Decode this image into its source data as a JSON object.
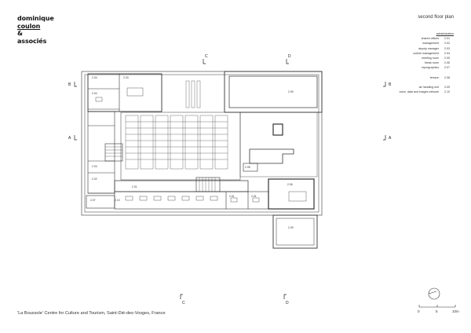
{
  "logo": {
    "line1": "dominique",
    "line2": "coulon",
    "line3": "&",
    "line4": "associés"
  },
  "sheet_title": "second floor plan",
  "legend": {
    "heading": "administration",
    "items": [
      {
        "label": "shared offices",
        "code": "2.01"
      },
      {
        "label": "management",
        "code": "2.02"
      },
      {
        "label": "deputy manager",
        "code": "2.03"
      },
      {
        "label": "culture management",
        "code": "2.04"
      },
      {
        "label": "meeting room",
        "code": "2.05"
      },
      {
        "label": "break room",
        "code": "2.06"
      },
      {
        "label": "reprographics",
        "code": "2.07"
      }
    ],
    "terrace": {
      "label": "terrace",
      "code": "2.08"
    },
    "extra": [
      {
        "label": "air handling unit",
        "code": "2.09"
      },
      {
        "label": "voice, data and images network",
        "code": "2.10"
      }
    ]
  },
  "caption": "'La Boussole' Centre for Culture and Tourism, Saint-Dié-des-Vosges, France",
  "scale": {
    "t0": "0",
    "t1": "5",
    "t2": "10m"
  },
  "sections": {
    "a_left": "A",
    "a_right": "A",
    "b_left": "B",
    "b_right": "B",
    "c_top": "C",
    "c_bottom": "C",
    "d_top": "D",
    "d_bottom": "D"
  },
  "rooms": {
    "r204a": "2.04",
    "r203": "2.03",
    "r204b": "2.04",
    "r209a": "2.09",
    "r203b": "2.03",
    "r202": "2.02",
    "r207": "2.07",
    "r210": "2.10",
    "r201a": "2.01",
    "r208": "2.08",
    "r206": "2.06",
    "r201b": "2.01",
    "r201c": "2.01",
    "r209b": "2.09"
  }
}
